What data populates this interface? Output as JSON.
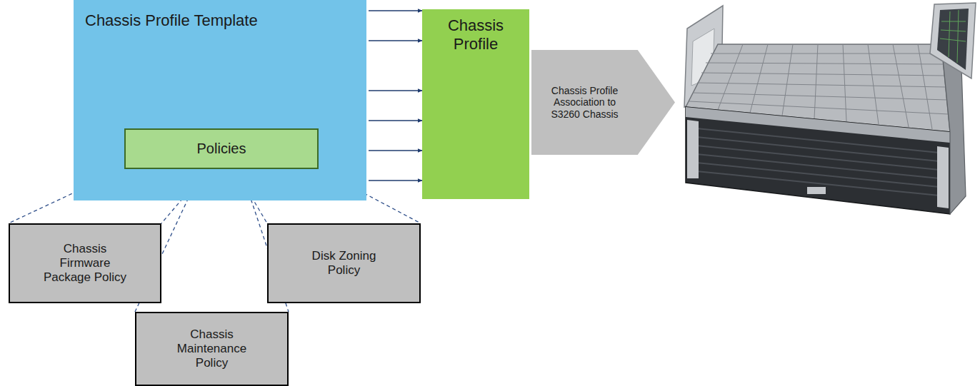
{
  "diagram": {
    "nodes": [
      {
        "text": [
          "Chassis Profile Template"
        ]
      },
      {
        "text": [
          "Policies"
        ],
        "in": 0
      },
      {
        "text": [
          "Chassis Profile"
        ]
      },
      {
        "text": [
          "Chassis Profile Association to S3260 Chassis"
        ]
      },
      {
        "text": [
          "Chassis Firmware Package Policy"
        ]
      },
      {
        "text": [
          "Disk Zoning Policy"
        ]
      },
      {
        "text": [
          "Chassis Maintenance Policy"
        ]
      }
    ],
    "edges": [
      {
        "from": 0,
        "to": 2,
        "arrow": "to"
      },
      {
        "from": 0,
        "to": 2,
        "arrow": "to"
      },
      {
        "from": 0,
        "to": 2,
        "arrow": "to"
      },
      {
        "from": 0,
        "to": 2,
        "arrow": "to"
      },
      {
        "from": 0,
        "to": 2,
        "arrow": "to"
      },
      {
        "from": 0,
        "to": 2,
        "arrow": "to"
      },
      {
        "from": 1,
        "to": 4,
        "arrow": "none"
      },
      {
        "from": 1,
        "to": 6,
        "arrow": "none"
      },
      {
        "from": 1,
        "to": 5,
        "arrow": "none"
      }
    ]
  }
}
